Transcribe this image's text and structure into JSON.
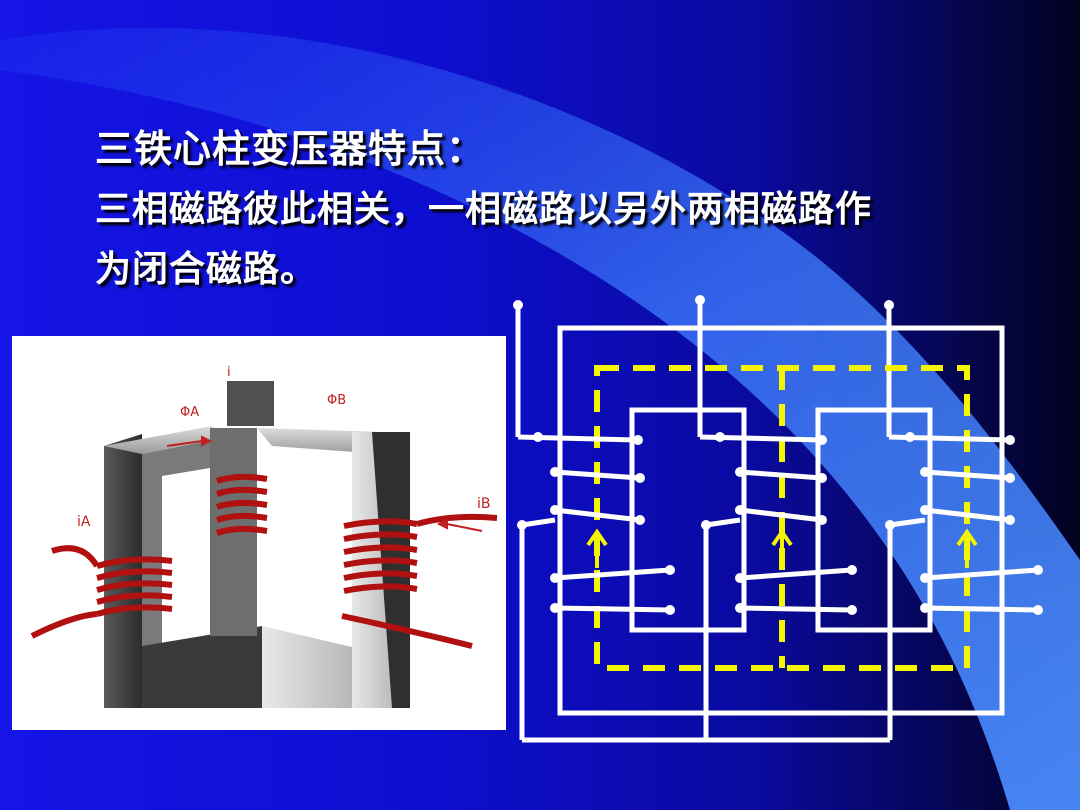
{
  "slide": {
    "title": "三铁心柱变压器特点：",
    "body_line1": "三相磁路彼此相关，一相磁路以另外两相磁路作",
    "body_line2": "为闭合磁路。"
  },
  "figure_3d": {
    "labels": {
      "flux_a": "ΦA",
      "flux_b": "ΦB",
      "current_a": "iA",
      "current_b": "iB",
      "current_top": "i"
    }
  },
  "colors": {
    "background_left": "#1515e6",
    "background_right": "#020220",
    "swoosh": "#3f7fff",
    "text": "#ffffff",
    "flux_path": "#f5f500",
    "coil": "#b01010"
  }
}
